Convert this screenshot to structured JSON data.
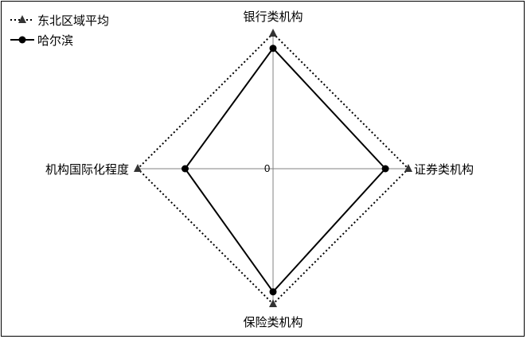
{
  "chart_data": {
    "type": "radar",
    "title": "",
    "axes": [
      "银行类机构",
      "证券类机构",
      "保险类机构",
      "机构国际化程度"
    ],
    "center_label": "0",
    "rmax": 1.0,
    "series": [
      {
        "name": "东北区域平均",
        "values": [
          1.0,
          1.0,
          1.0,
          1.0
        ],
        "line_style": "dotted",
        "marker": "triangle",
        "color": "#000000"
      },
      {
        "name": "哈尔滨",
        "values": [
          0.89,
          0.83,
          0.91,
          0.65
        ],
        "line_style": "solid",
        "marker": "circle",
        "color": "#000000"
      }
    ],
    "axis_color": "#808080",
    "legend_position": "top-left",
    "grid": false
  }
}
